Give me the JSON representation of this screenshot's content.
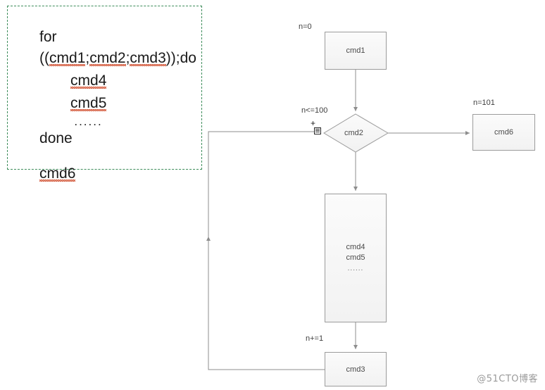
{
  "code_panel": {
    "border_color": "#3c8c5a",
    "lines": [
      {
        "text": "for",
        "indent": false
      },
      {
        "text": "((cmd1;cmd2;cmd3));do",
        "indent": false,
        "misspelled": [
          "cmd1",
          "cmd2",
          "cmd3"
        ]
      },
      {
        "text": "cmd4",
        "indent": true,
        "misspelled": [
          "cmd4"
        ]
      },
      {
        "text": "cmd5",
        "indent": true,
        "misspelled": [
          "cmd5"
        ]
      },
      {
        "text": "......",
        "indent": true
      },
      {
        "text": "done",
        "indent": false
      },
      {
        "text": "cmd6",
        "indent": false,
        "misspelled": [
          "cmd6"
        ]
      }
    ]
  },
  "flowchart": {
    "node_border_color": "#9b9b9b",
    "node_fill_color": "#f6f6f6",
    "connector_color": "#8d8d8d",
    "nodes": {
      "start": {
        "label": "cmd1",
        "shape": "rect"
      },
      "decision": {
        "label": "cmd2",
        "shape": "diamond"
      },
      "loop_body": {
        "label_line1": "cmd4",
        "label_line2": "cmd5",
        "label_line3": "......",
        "shape": "rect"
      },
      "increment": {
        "label": "cmd3",
        "shape": "rect"
      },
      "exit": {
        "label": "cmd6",
        "shape": "rect"
      }
    },
    "edge_labels": {
      "init": "n=0",
      "condition_true": "n<=100",
      "condition_false": "n=101",
      "increment": "n+=1"
    },
    "markers": {
      "collapse": "+",
      "note": "note-icon"
    }
  },
  "watermark": {
    "text": "@51CTO博客"
  }
}
